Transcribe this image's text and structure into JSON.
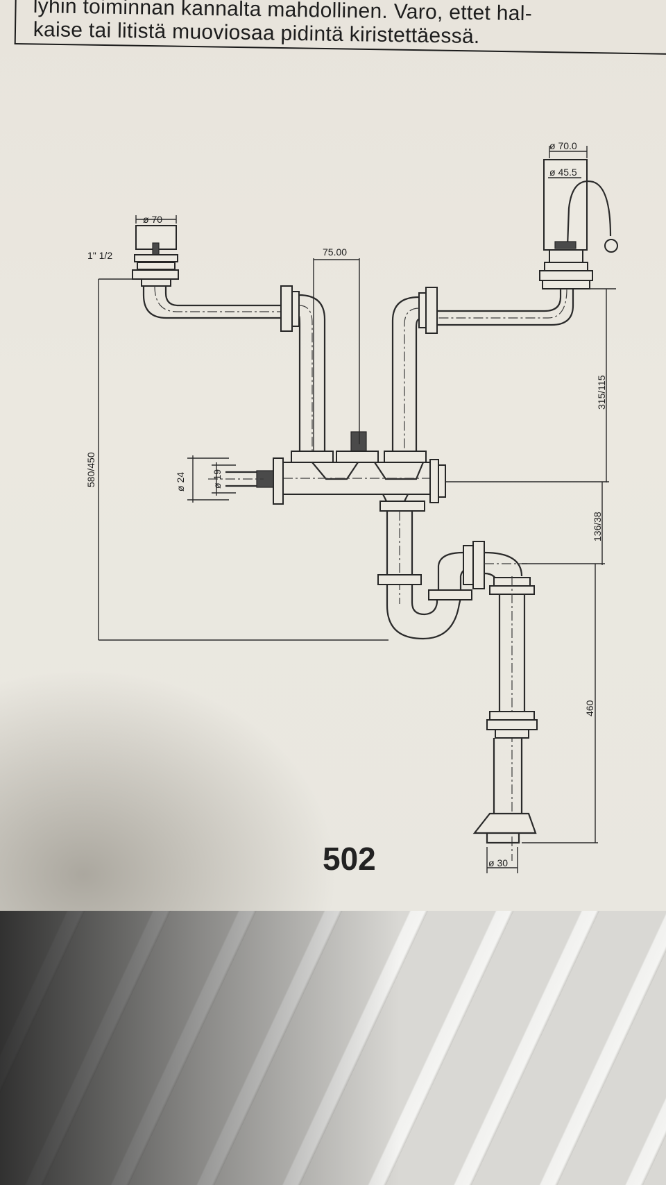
{
  "header": {
    "line1": "lyhin toiminnan kannalta mahdollinen. Varo, ettet hal-",
    "line2": "kaise tai litistä muoviosaa pidintä kiristettäessä."
  },
  "dimensions": {
    "left_outlet_diameter": "ø 70",
    "thread_size": "1\" 1/2",
    "center_spacing": "75.00",
    "right_outlet_diameter": "ø 70.0",
    "right_overflow_diameter": "ø 45.5",
    "connector_outer": "ø 24",
    "connector_inner": "ø 19",
    "total_height": "580/450",
    "upper_right_height": "315/115",
    "middle_right_height": "136/38",
    "drain_height": "460",
    "drain_diameter": "ø 30"
  },
  "page_number": "502",
  "colors": {
    "ink": "#2a2a2a",
    "paper": "#e9e6de"
  }
}
